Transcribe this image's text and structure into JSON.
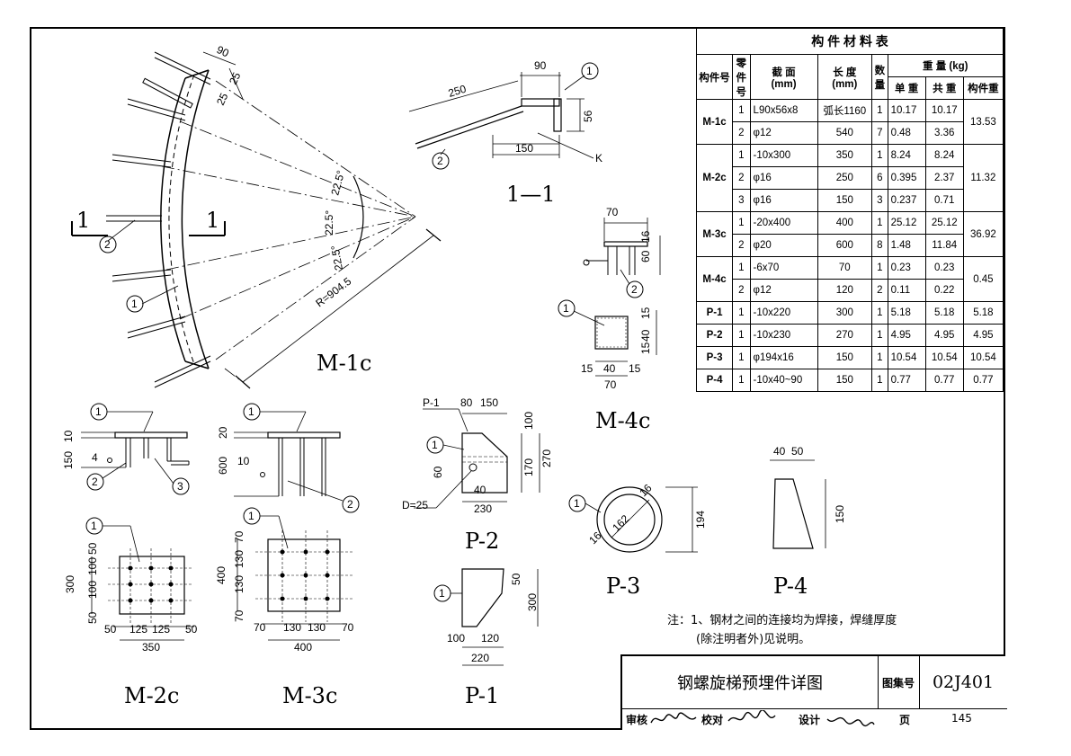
{
  "table": {
    "title": "构 件 材 料 表",
    "headers": {
      "component_no": "构件号",
      "part_no": "零件号",
      "section": "截 面",
      "section_unit": "(mm)",
      "length": "长 度",
      "length_unit": "(mm)",
      "qty": "数量",
      "weight": "重 量 (kg)",
      "unit_weight": "单 重",
      "total_weight": "共 重",
      "component_weight": "构件重"
    },
    "rows": [
      {
        "comp": "M-1c",
        "part": "1",
        "section": "L90x56x8",
        "length": "弧长1160",
        "qty": "1",
        "unit": "10.17",
        "total": "10.17",
        "compw": "13.53"
      },
      {
        "comp": "",
        "part": "2",
        "section": "φ12",
        "length": "540",
        "qty": "7",
        "unit": "0.48",
        "total": "3.36",
        "compw": ""
      },
      {
        "comp": "M-2c",
        "part": "1",
        "section": "-10x300",
        "length": "350",
        "qty": "1",
        "unit": "8.24",
        "total": "8.24",
        "compw": "11.32"
      },
      {
        "comp": "",
        "part": "2",
        "section": "φ16",
        "length": "250",
        "qty": "6",
        "unit": "0.395",
        "total": "2.37",
        "compw": ""
      },
      {
        "comp": "",
        "part": "3",
        "section": "φ16",
        "length": "150",
        "qty": "3",
        "unit": "0.237",
        "total": "0.71",
        "compw": ""
      },
      {
        "comp": "M-3c",
        "part": "1",
        "section": "-20x400",
        "length": "400",
        "qty": "1",
        "unit": "25.12",
        "total": "25.12",
        "compw": "36.92"
      },
      {
        "comp": "",
        "part": "2",
        "section": "φ20",
        "length": "600",
        "qty": "8",
        "unit": "1.48",
        "total": "11.84",
        "compw": ""
      },
      {
        "comp": "M-4c",
        "part": "1",
        "section": "-6x70",
        "length": "70",
        "qty": "1",
        "unit": "0.23",
        "total": "0.23",
        "compw": "0.45"
      },
      {
        "comp": "",
        "part": "2",
        "section": "φ12",
        "length": "120",
        "qty": "2",
        "unit": "0.11",
        "total": "0.22",
        "compw": ""
      },
      {
        "comp": "P-1",
        "part": "1",
        "section": "-10x220",
        "length": "300",
        "qty": "1",
        "unit": "5.18",
        "total": "5.18",
        "compw": "5.18"
      },
      {
        "comp": "P-2",
        "part": "1",
        "section": "-10x230",
        "length": "270",
        "qty": "1",
        "unit": "4.95",
        "total": "4.95",
        "compw": "4.95"
      },
      {
        "comp": "P-3",
        "part": "1",
        "section": "φ194x16",
        "length": "150",
        "qty": "1",
        "unit": "10.54",
        "total": "10.54",
        "compw": "10.54"
      },
      {
        "comp": "P-4",
        "part": "1",
        "section": "-10x40~90",
        "length": "150",
        "qty": "1",
        "unit": "0.77",
        "total": "0.77",
        "compw": "0.77"
      }
    ]
  },
  "labels": {
    "m1c": "M-1c",
    "m2c": "M-2c",
    "m3c": "M-3c",
    "m4c": "M-4c",
    "p1": "P-1",
    "p2": "P-2",
    "p3": "P-3",
    "p4": "P-4",
    "section11": "1—1",
    "sec_mark": "1"
  },
  "dims": {
    "m1c_90": "90",
    "m1c_25a": "25",
    "m1c_25b": "25",
    "ang1": "22.5°",
    "ang2": "22.5°",
    "ang3": "22.5°",
    "radius": "R=904.5",
    "s11_90": "90",
    "s11_250": "250",
    "s11_150": "150",
    "s11_56": "56",
    "s11_k": "K",
    "m4_70": "70",
    "m4_16": "16",
    "m4_60": "60",
    "m4_15a": "15",
    "m4_40v": "40",
    "m4_15b": "15",
    "m4_15c": "15",
    "m4_40h": "40",
    "m4_15d": "15",
    "m4_70b": "70",
    "m2_150": "150",
    "m2_10": "10",
    "m2_4": "4",
    "m3_20": "20",
    "m3_600": "600",
    "m3_10": "10",
    "m2p_50a": "50",
    "m2p_100a": "100",
    "m2p_100b": "100",
    "m2p_50b": "50",
    "m2p_300": "300",
    "m2p_50c": "50",
    "m2p_125a": "125",
    "m2p_125b": "125",
    "m2p_50d": "50",
    "m2p_350": "350",
    "m3p_70a": "70",
    "m3p_130a": "130",
    "m3p_130b": "130",
    "m3p_70b": "70",
    "m3p_400": "400",
    "m3p_70c": "70",
    "m3p_130c": "130",
    "m3p_130d": "130",
    "m3p_70d": "70",
    "m3p_400b": "400",
    "p2_p1": "P-1",
    "p2_80": "80",
    "p2_150": "150",
    "p2_100": "100",
    "p2_170": "170",
    "p2_270": "270",
    "p2_60": "60",
    "p2_40": "40",
    "p2_230": "230",
    "p2_d": "D=25",
    "p3_16a": "16",
    "p3_162": "162",
    "p3_16b": "16",
    "p3_194": "194",
    "p4_40": "40",
    "p4_50": "50",
    "p4_150": "150",
    "p1_50": "50",
    "p1_300": "300",
    "p1_100": "100",
    "p1_120": "120",
    "p1_220": "220"
  },
  "callouts": {
    "c1": "1",
    "c2": "2",
    "c3": "3"
  },
  "note": {
    "line1": "注：1、钢材之间的连接均为焊接，焊缝厚度",
    "line2": "(除注明者外)见说明。"
  },
  "title_block": {
    "title": "钢螺旋梯预埋件详图",
    "atlas_label": "图集号",
    "atlas_no": "02J401",
    "review": "审核",
    "check": "校对",
    "design": "设计",
    "page_label": "页",
    "page_no": "145"
  }
}
